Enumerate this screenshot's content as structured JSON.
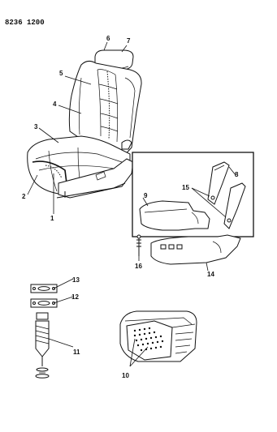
{
  "diagram": {
    "drawing_number": "8236 1200",
    "callouts": {
      "c1": "1",
      "c2": "2",
      "c3": "3",
      "c4": "4",
      "c5": "5",
      "c6": "6",
      "c7": "7",
      "c8": "8",
      "c9": "9",
      "c10": "10",
      "c11": "11",
      "c12": "12",
      "c13": "13",
      "c14": "14",
      "c15": "15",
      "c16": "16"
    }
  }
}
